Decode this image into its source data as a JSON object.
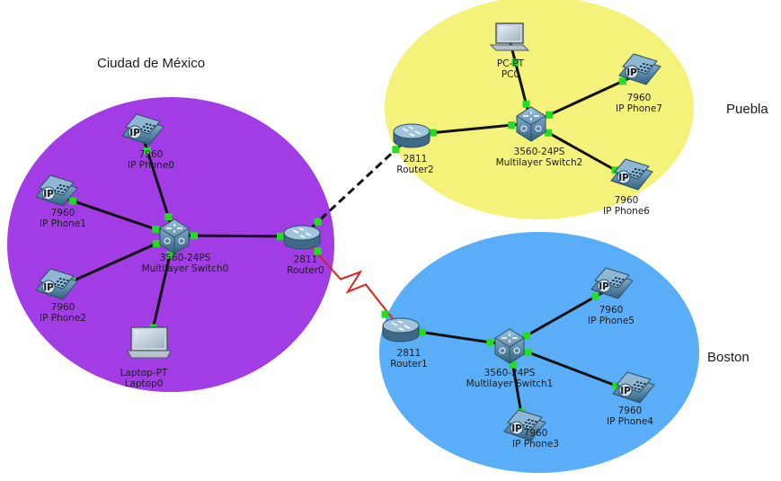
{
  "regions": {
    "mexico": {
      "label": "Ciudad de México",
      "color": "#a23de6"
    },
    "puebla": {
      "label": "Puebla",
      "color": "#f4f27a"
    },
    "boston": {
      "label": "Boston",
      "color": "#5aaef7"
    }
  },
  "devices": {
    "router0": {
      "model": "2811",
      "name": "Router0"
    },
    "router1": {
      "model": "2811",
      "name": "Router1"
    },
    "router2": {
      "model": "2811",
      "name": "Router2"
    },
    "switch0": {
      "model": "3560-24PS",
      "name": "Multilayer Switch0"
    },
    "switch1": {
      "model": "3560-24PS",
      "name": "Multilayer Switch1"
    },
    "switch2": {
      "model": "3560-24PS",
      "name": "Multilayer Switch2"
    },
    "phone0": {
      "model": "7960",
      "name": "IP Phone0"
    },
    "phone1": {
      "model": "7960",
      "name": "IP Phone1"
    },
    "phone2": {
      "model": "7960",
      "name": "IP Phone2"
    },
    "phone3": {
      "model": "7960",
      "name": "IP Phone3"
    },
    "phone4": {
      "model": "7960",
      "name": "IP Phone4"
    },
    "phone5": {
      "model": "7960",
      "name": "IP Phone5"
    },
    "phone6": {
      "model": "7960",
      "name": "IP Phone6"
    },
    "phone7": {
      "model": "7960",
      "name": "IP Phone7"
    },
    "laptop0": {
      "model": "Laptop-PT",
      "name": "Laptop0"
    },
    "pc0": {
      "model": "PC-PT",
      "name": "PC0"
    }
  },
  "links": [
    {
      "from": "switch0",
      "to": "phone0",
      "type": "straight"
    },
    {
      "from": "switch0",
      "to": "phone1",
      "type": "straight"
    },
    {
      "from": "switch0",
      "to": "phone2",
      "type": "straight"
    },
    {
      "from": "switch0",
      "to": "laptop0",
      "type": "straight"
    },
    {
      "from": "switch0",
      "to": "router0",
      "type": "straight"
    },
    {
      "from": "router0",
      "to": "router2",
      "type": "crossover"
    },
    {
      "from": "router0",
      "to": "router1",
      "type": "serial"
    },
    {
      "from": "router2",
      "to": "switch2",
      "type": "straight"
    },
    {
      "from": "switch2",
      "to": "pc0",
      "type": "straight"
    },
    {
      "from": "switch2",
      "to": "phone7",
      "type": "straight"
    },
    {
      "from": "switch2",
      "to": "phone6",
      "type": "straight"
    },
    {
      "from": "router1",
      "to": "switch1",
      "type": "straight"
    },
    {
      "from": "switch1",
      "to": "phone5",
      "type": "straight"
    },
    {
      "from": "switch1",
      "to": "phone4",
      "type": "straight"
    },
    {
      "from": "switch1",
      "to": "phone3",
      "type": "straight"
    }
  ],
  "colors": {
    "link": "#111111",
    "serial_link": "#e0201a",
    "port_up": "#22dd22",
    "device_body": "#6a96b4",
    "device_dark": "#3c6684"
  }
}
